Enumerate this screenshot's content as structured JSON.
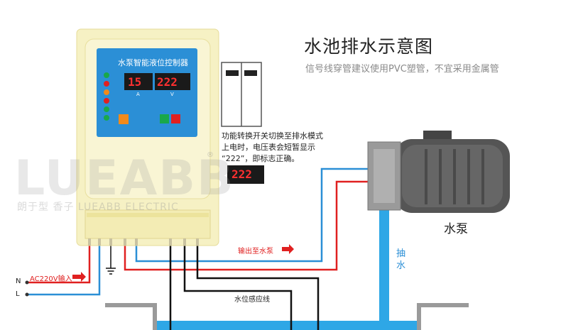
{
  "title": "水池排水示意图",
  "subtitle": "信号线穿管建议使用PVC塑管，不宜采用金属管",
  "controller": {
    "panel_title": "水泵智能液位控制器",
    "display_a": "15",
    "display_v": "222",
    "unit_a": "A",
    "unit_v": "V"
  },
  "note_lines": [
    "功能转换开关切换至排水模式",
    "上电时，电压表会短暂显示",
    "“222”，即标志正确。"
  ],
  "voltmeter_reading": "222",
  "labels": {
    "output_to_pump": "输出至水泵",
    "power_input": "AC220V输入",
    "n": "N",
    "l": "L",
    "sensor_line": "水位感应线",
    "pump": "水泵",
    "draw_1": "抽",
    "draw_2": "水"
  },
  "watermark": {
    "logo": "LUEABB",
    "text": "朗于型 香子 LUEABB ELECTRIC",
    "reg": "®"
  },
  "colors": {
    "accent_blue": "#2b8fd6",
    "wire_red": "#e02020",
    "wire_blue": "#2b8fd6",
    "case": "#f6f1c4",
    "water": "#2ea7e6"
  }
}
